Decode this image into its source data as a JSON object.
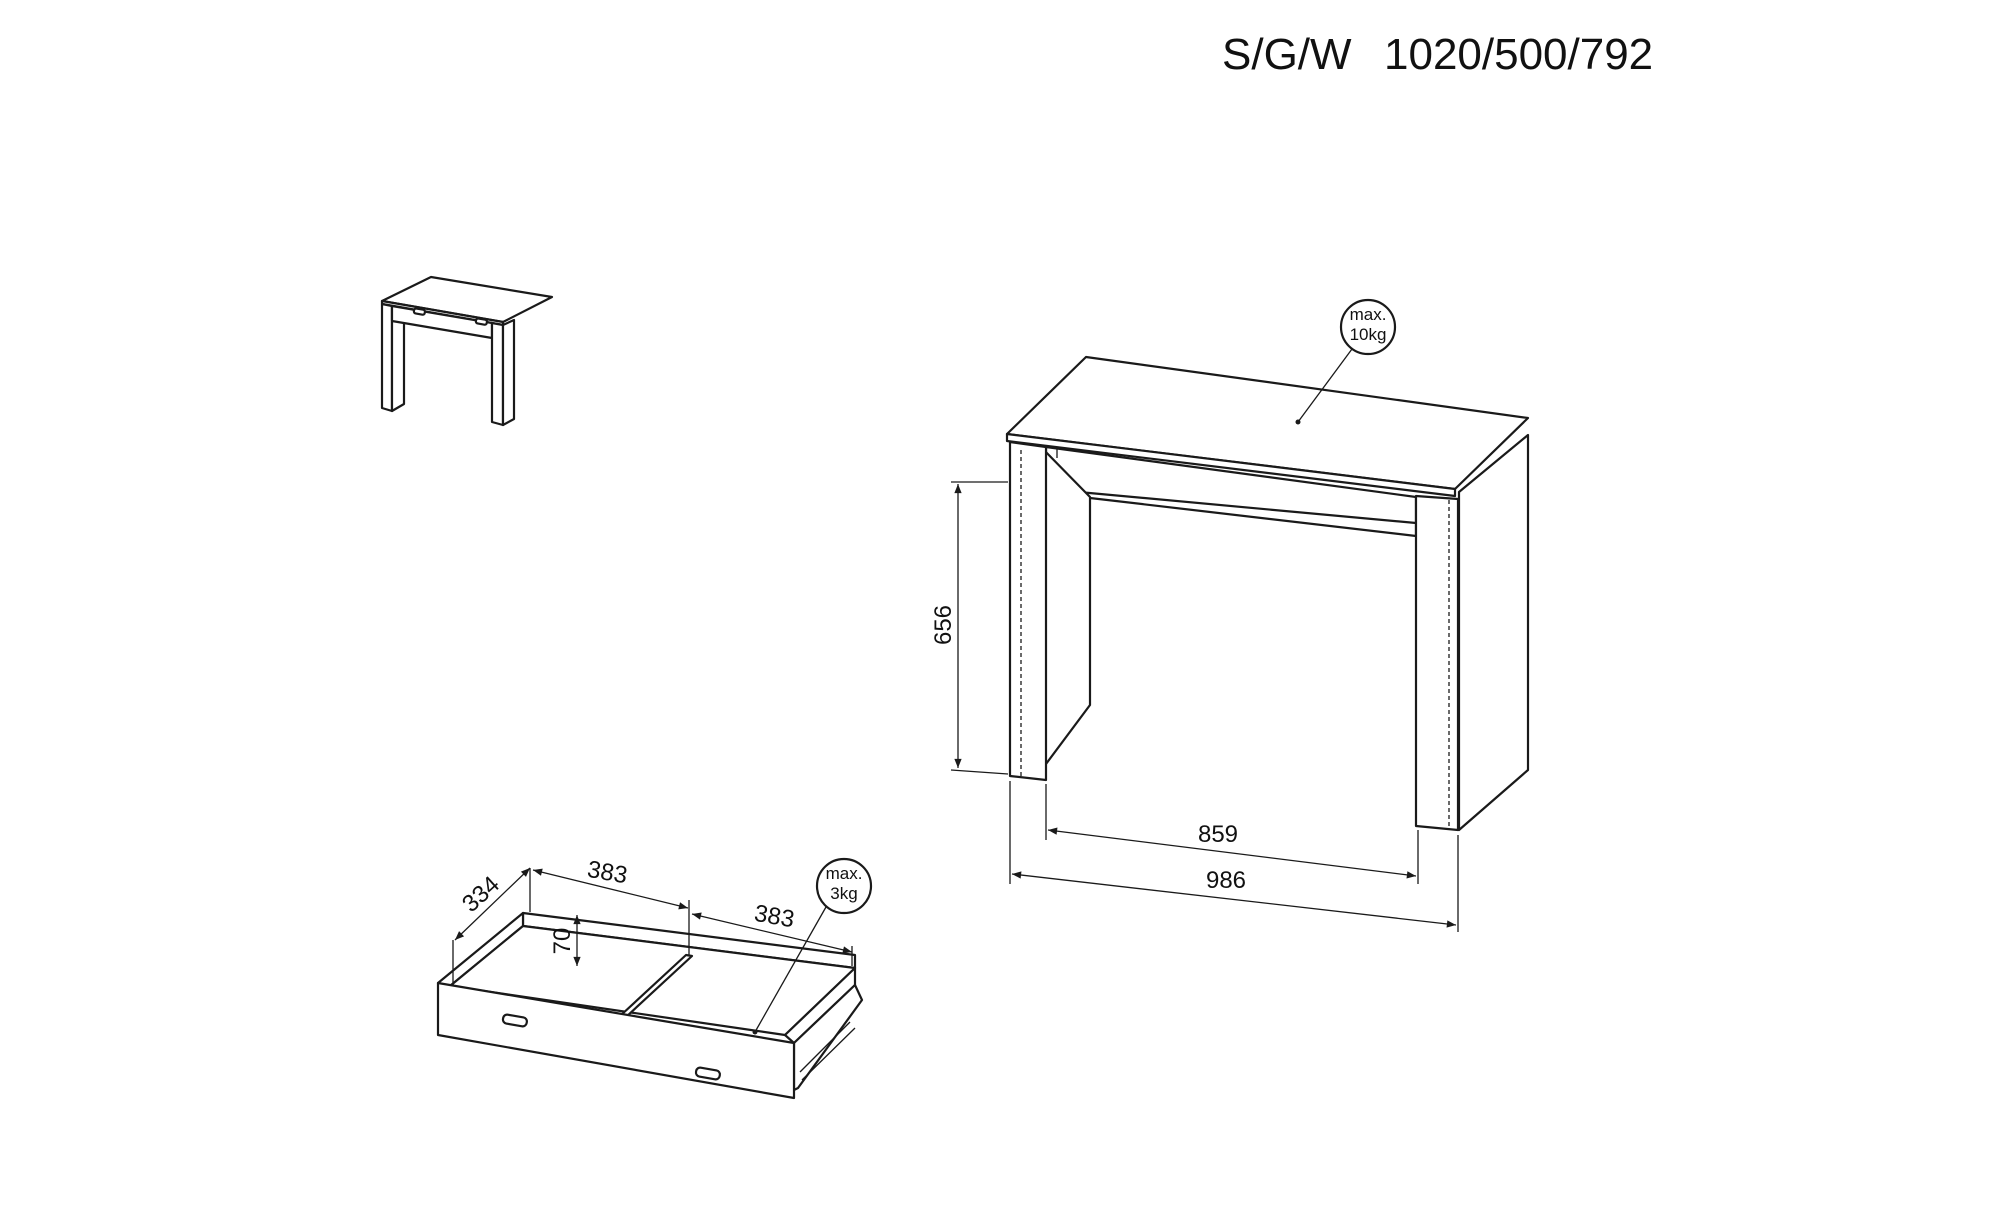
{
  "header": {
    "code": "S/G/W",
    "dimensions": "1020/500/792"
  },
  "desk": {
    "height_label": "656",
    "inner_width_label": "859",
    "outer_width_label": "986",
    "max_load": {
      "line1": "max.",
      "line2": "10kg"
    }
  },
  "drawer": {
    "depth_label": "334",
    "left_width_label": "383",
    "right_width_label": "383",
    "height_label": "70",
    "max_load": {
      "line1": "max.",
      "line2": "3kg"
    }
  },
  "colors": {
    "line": "#1a1a1a",
    "background": "#ffffff"
  }
}
